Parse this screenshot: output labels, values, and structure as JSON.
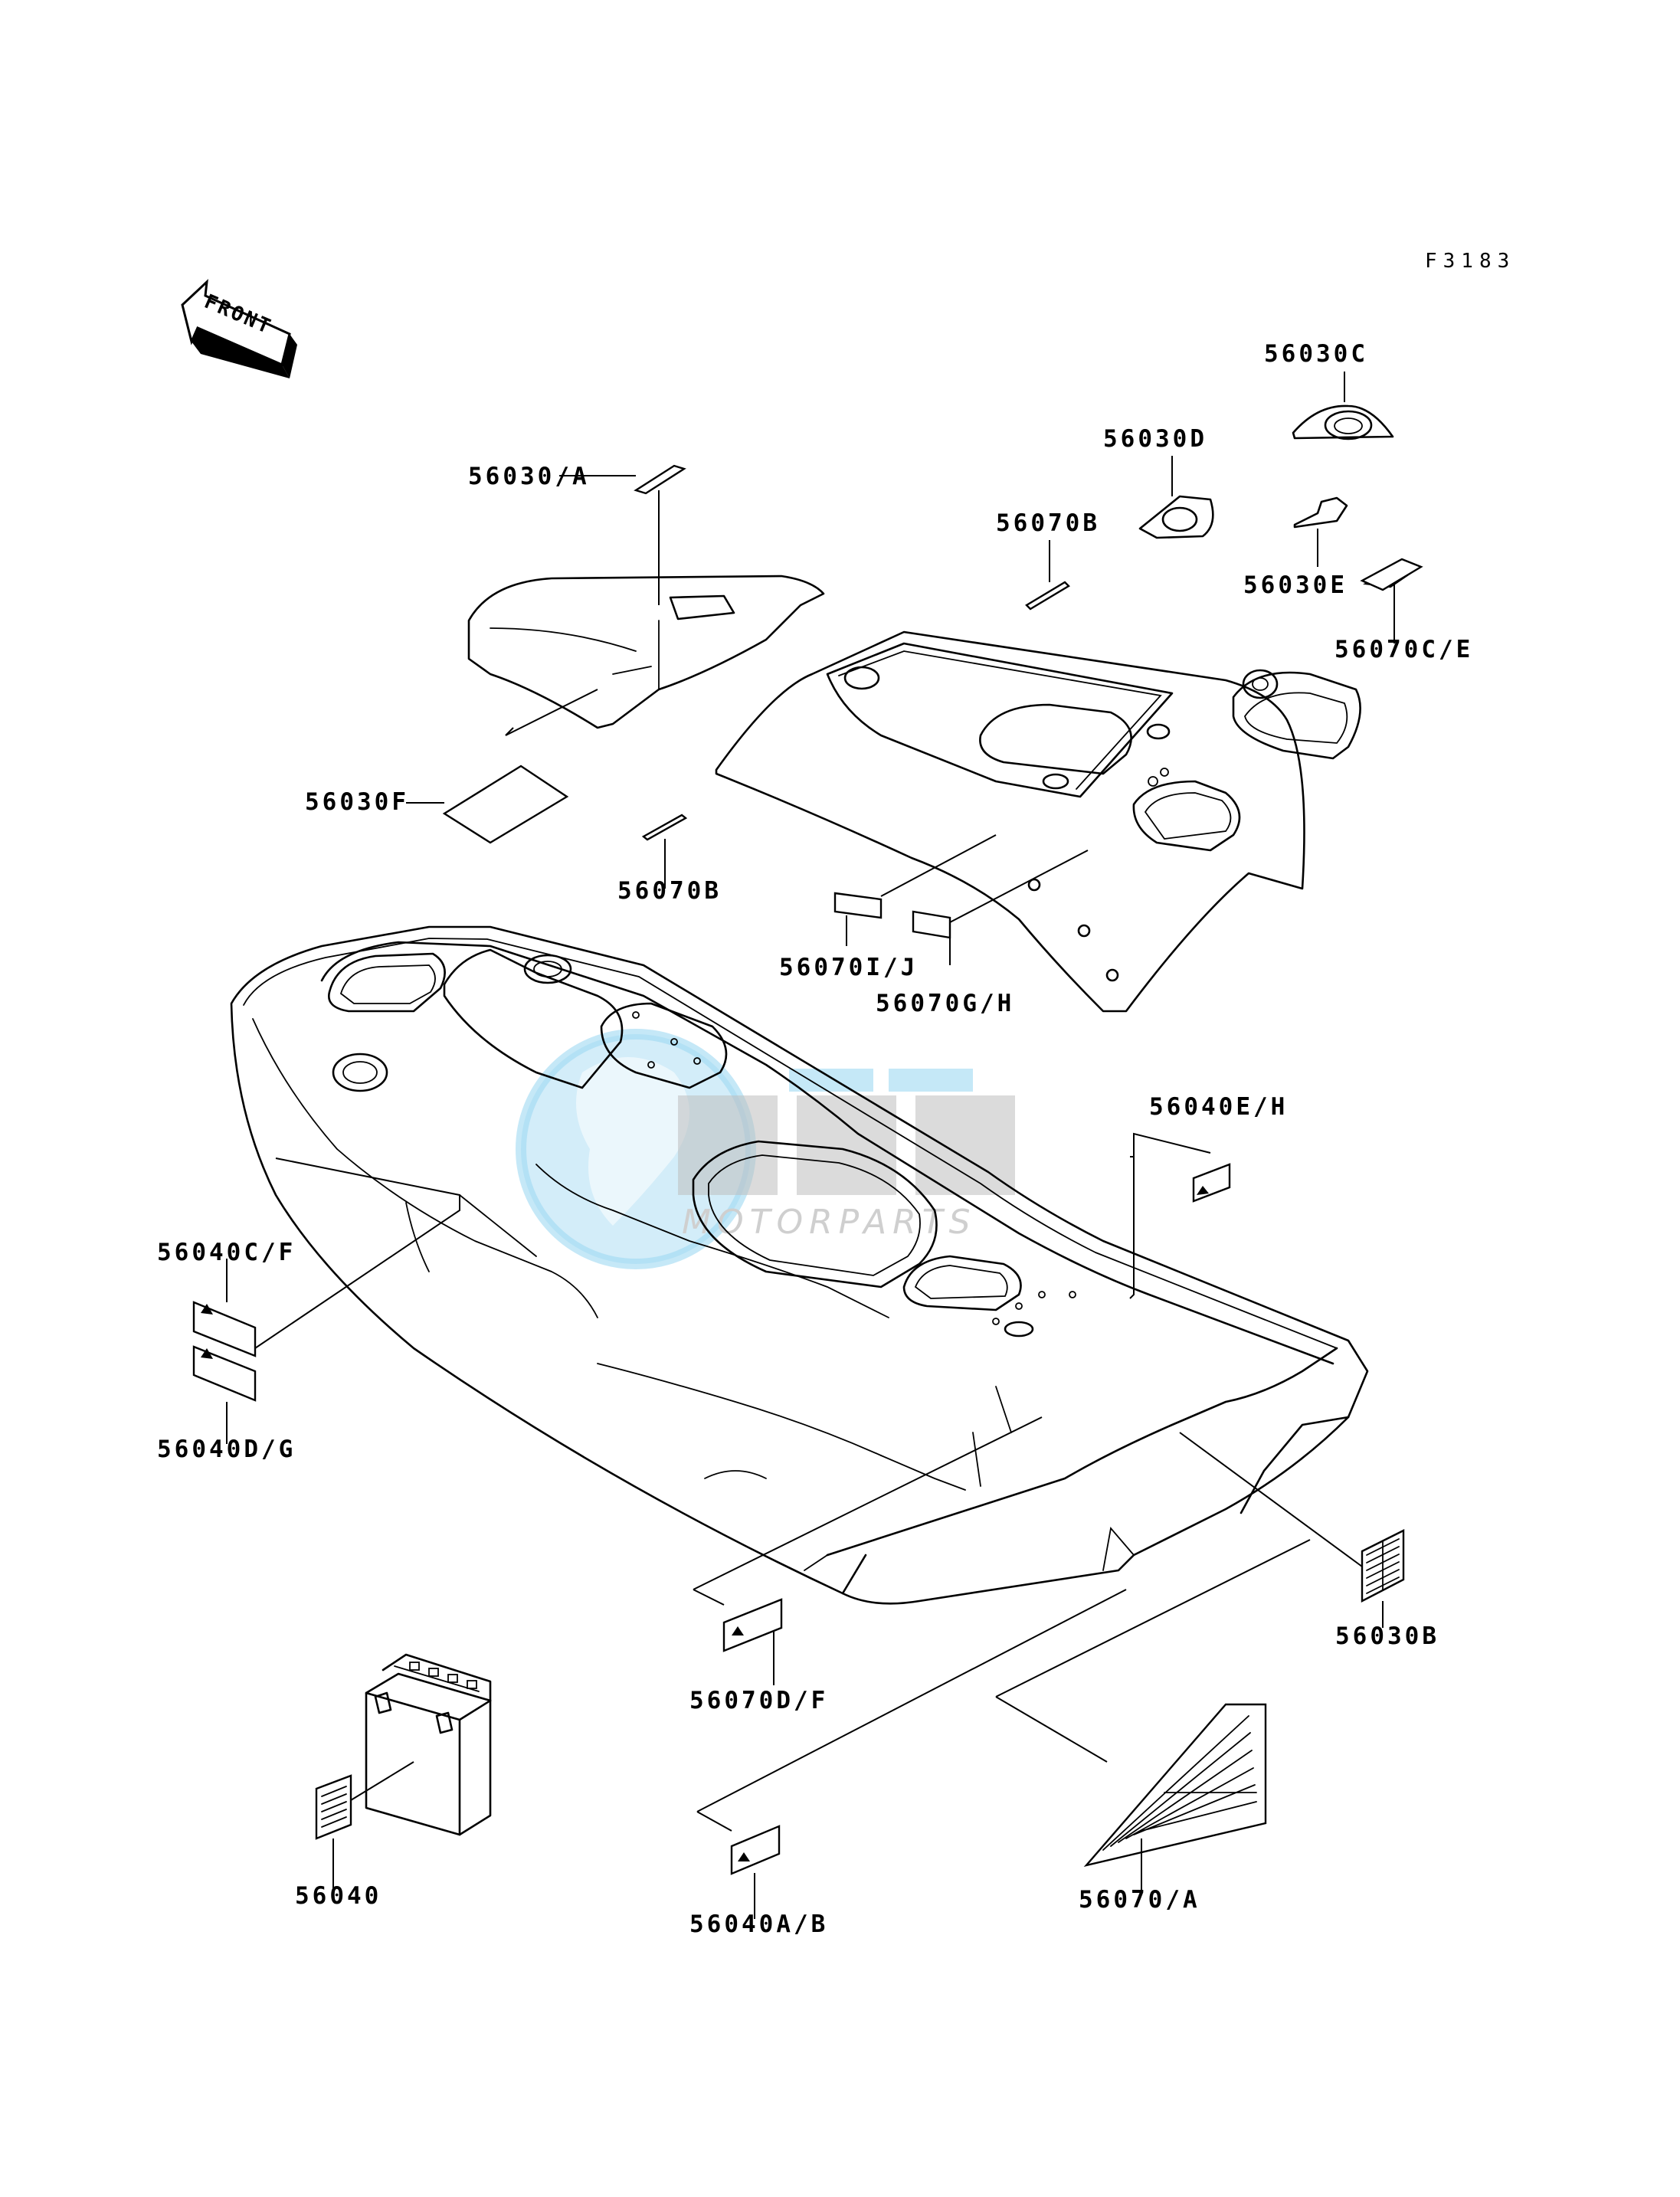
{
  "figure_code": "F3183",
  "front_arrow_label": "FRONT",
  "watermark": {
    "brand": "MOTORPARTS"
  },
  "colors": {
    "ink": "#000000",
    "watermark_blue": "#9ed8f2",
    "watermark_gray": "#c8c8c8"
  },
  "labels": {
    "l_56030_a": "56030/A",
    "l_56030c": "56030C",
    "l_56030d": "56030D",
    "l_56030e": "56030E",
    "l_56070b_top": "56070B",
    "l_56070c_e": "56070C/E",
    "l_56030f": "56030F",
    "l_56070b_mid": "56070B",
    "l_56070i_j": "56070I/J",
    "l_56070g_h": "56070G/H",
    "l_56040e_h": "56040E/H",
    "l_56040c_f": "56040C/F",
    "l_56040d_g": "56040D/G",
    "l_56030b": "56030B",
    "l_56070d_f": "56070D/F",
    "l_56040": "56040",
    "l_56040a_b": "56040A/B",
    "l_56070_a": "56070/A"
  }
}
